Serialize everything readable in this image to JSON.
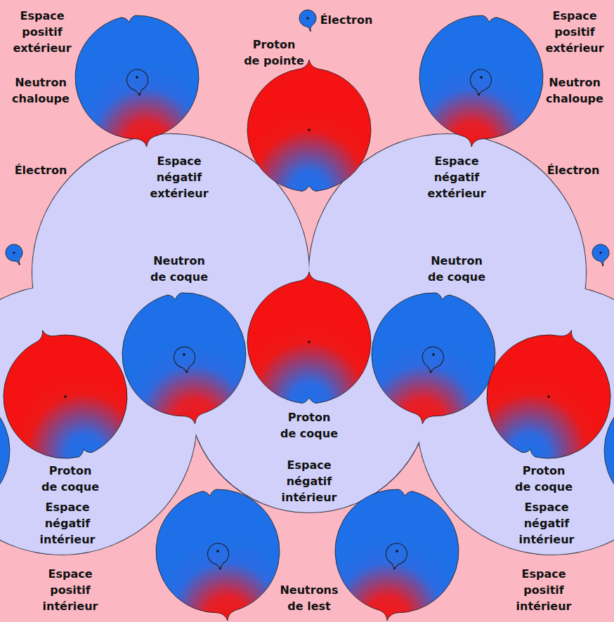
{
  "diagram": {
    "nodes": [
      {
        "text": [
          "Espace négatif extérieur",
          "Neutron de coque"
        ]
      },
      {
        "text": [
          "Espace négatif extérieur",
          "Neutron de coque"
        ]
      },
      {
        "text": [
          "Proton de coque",
          "Espace négatif intérieur"
        ]
      },
      {
        "text": [
          "Proton de coque",
          "Espace négatif intérieur"
        ]
      },
      {
        "text": [
          "Proton de coque",
          "Espace négatif intérieur"
        ]
      }
    ],
    "labels": [
      "Électron",
      "Espace positif extérieur",
      "Espace positif extérieur",
      "Proton de pointe",
      "Neutron chaloupe",
      "Neutron chaloupe",
      "Électron",
      "Électron",
      "Espace positif intérieur",
      "Neutrons de lest",
      "Espace positif intérieur"
    ]
  }
}
